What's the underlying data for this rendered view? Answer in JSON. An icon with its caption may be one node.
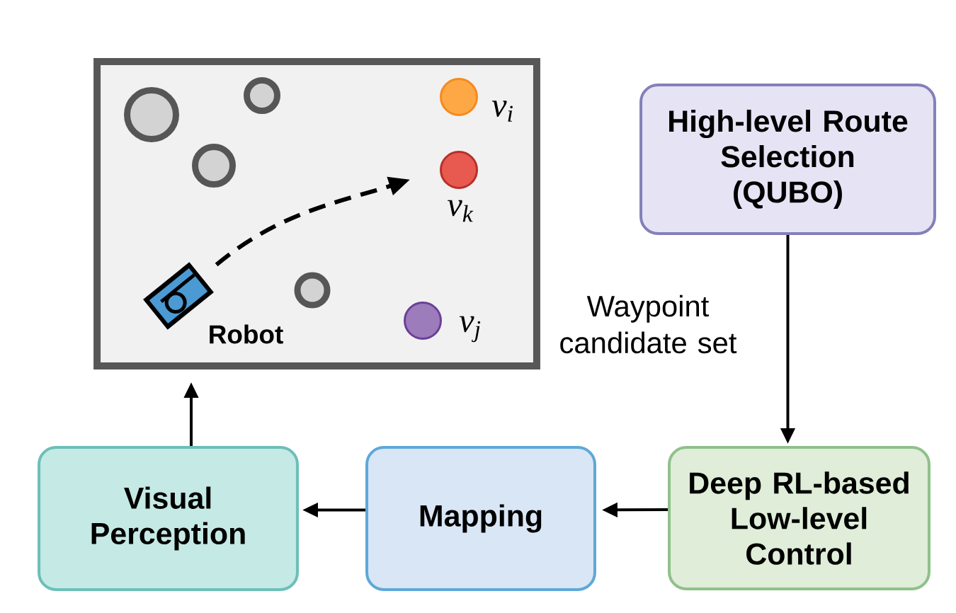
{
  "diagram": {
    "nodes": [
      {
        "text": [],
        "shape": "box"
      },
      {
        "text": [],
        "shape": "picture",
        "in": 0,
        "beside": [
          "Robot"
        ]
      },
      {
        "text": [],
        "shape": "circle",
        "in": 0,
        "beside": [
          "v$_{i}$"
        ]
      },
      {
        "text": [],
        "shape": "circle",
        "in": 0,
        "beside": [
          "v$_{k}$"
        ]
      },
      {
        "text": [],
        "shape": "circle",
        "in": 0,
        "beside": [
          "v$_{j}$"
        ]
      },
      {
        "text": [
          "High-level Route Selection (QUBO)"
        ]
      },
      {
        "text": [
          "Deep RL-based Low-level Control"
        ]
      },
      {
        "text": [
          "Mapping"
        ]
      },
      {
        "text": [
          "Visual Perception"
        ]
      }
    ],
    "edges": [
      {
        "from": 1,
        "to": 3,
        "arrow": "to",
        "style": "dashed"
      },
      {
        "from": 5,
        "to": 6,
        "arrow": "to",
        "label": "Waypoint candidate set"
      },
      {
        "from": 6,
        "to": 7,
        "arrow": "to"
      },
      {
        "from": 7,
        "to": 8,
        "arrow": "to"
      },
      {
        "from": 8,
        "to": 0,
        "arrow": "to"
      }
    ]
  }
}
